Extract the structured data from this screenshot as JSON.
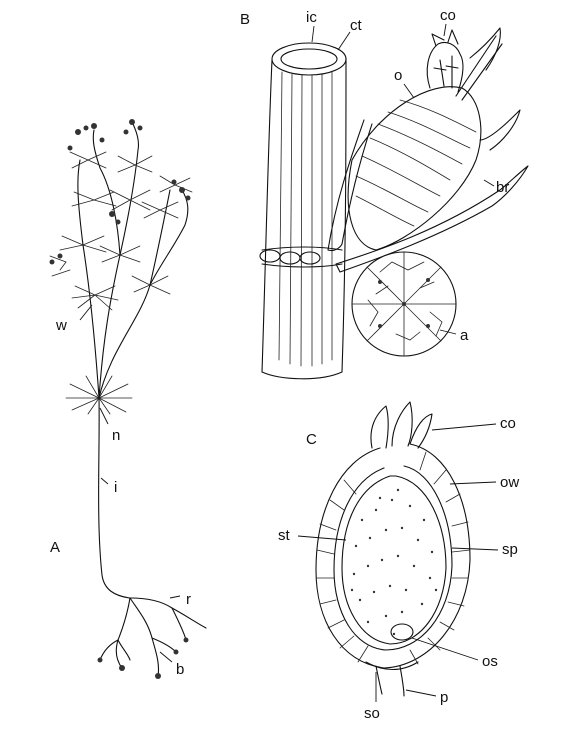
{
  "panels": {
    "A": {
      "letter": "A",
      "labels": {
        "w": "w",
        "n": "n",
        "i": "i",
        "r": "r",
        "b": "b"
      }
    },
    "B": {
      "letter": "B",
      "labels": {
        "ic": "ic",
        "ct": "ct",
        "co": "co",
        "o": "o",
        "br": "br",
        "a": "a"
      }
    },
    "C": {
      "letter": "C",
      "labels": {
        "co": "co",
        "ow": "ow",
        "st": "st",
        "sp": "sp",
        "os": "os",
        "so": "so",
        "p": "p"
      }
    }
  }
}
